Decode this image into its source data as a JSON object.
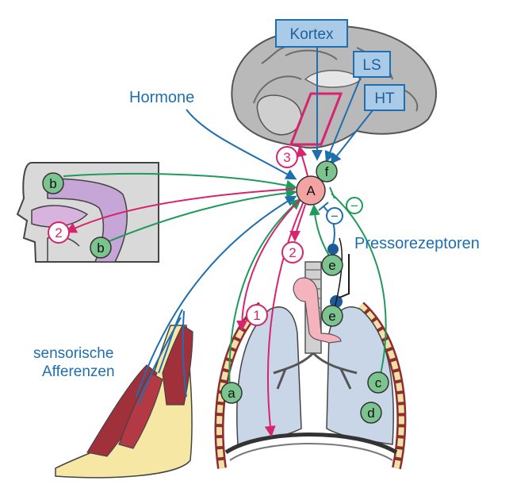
{
  "labels": {
    "hormone": "Hormone",
    "pressoreceptors": "Pressorezeptoren",
    "sensory_line1": "sensorische",
    "sensory_line2": "Afferenzen"
  },
  "boxes": {
    "cortex": "Kortex",
    "ls": "LS",
    "ht": "HT"
  },
  "nodes": {
    "A": "A",
    "a": "a",
    "b": "b",
    "c": "c",
    "d": "d",
    "e": "e",
    "f": "f"
  },
  "numbers": {
    "one": "1",
    "two": "2",
    "three": "3"
  },
  "signs": {
    "minus": "−"
  },
  "colors": {
    "blue": "#1f6eb0",
    "green": "#1e9a5a",
    "magenta": "#d6246e",
    "node_green": "#7cc48f",
    "node_A": "#f4a3a3",
    "box_fill": "#a9cbe8"
  }
}
